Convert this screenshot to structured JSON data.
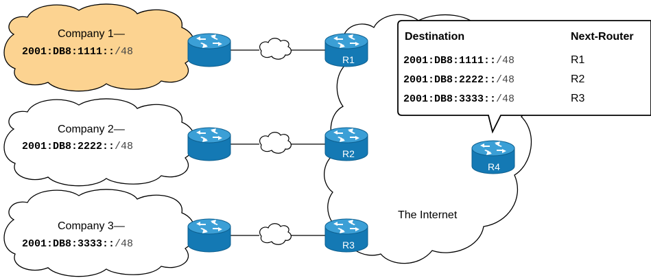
{
  "companies": [
    {
      "name": "Company 1—",
      "prefix": "2001:DB8:1111::",
      "prefix_len": "/48",
      "highlight": true
    },
    {
      "name": "Company 2—",
      "prefix": "2001:DB8:2222::",
      "prefix_len": "/48",
      "highlight": false
    },
    {
      "name": "Company 3—",
      "prefix": "2001:DB8:3333::",
      "prefix_len": "/48",
      "highlight": false
    }
  ],
  "routers": {
    "r1": "R1",
    "r2": "R2",
    "r3": "R3",
    "r4": "R4"
  },
  "internet_label": "The Internet",
  "route_table": {
    "headers": [
      "Destination",
      "Next-Router"
    ],
    "rows": [
      {
        "destination": "2001:DB8:1111::",
        "prefix_len": "/48",
        "next_router": "R1"
      },
      {
        "destination": "2001:DB8:2222::",
        "prefix_len": "/48",
        "next_router": "R2"
      },
      {
        "destination": "2001:DB8:3333::",
        "prefix_len": "/48",
        "next_router": "R3"
      }
    ]
  },
  "colors": {
    "highlight_fill": "#fcd391",
    "router_blue": "#1479b4",
    "router_top": "#3b9fd6"
  }
}
